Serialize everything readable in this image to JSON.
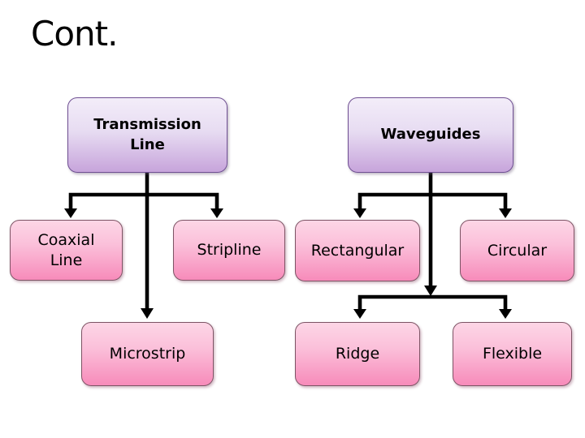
{
  "slide": {
    "title": "Cont.",
    "background": "#ffffff"
  },
  "diagram": {
    "nodes": {
      "transmission_line": {
        "lines": [
          "Transmission",
          "Line"
        ],
        "level": 1
      },
      "waveguides": {
        "lines": [
          "Waveguides"
        ],
        "level": 1
      },
      "coaxial_line": {
        "lines": [
          "Coaxial",
          "Line"
        ],
        "level": 2
      },
      "stripline": {
        "lines": [
          "Stripline"
        ],
        "level": 2
      },
      "microstrip": {
        "lines": [
          "Microstrip"
        ],
        "level": 2
      },
      "rectangular": {
        "lines": [
          "Rectangular"
        ],
        "level": 2
      },
      "circular": {
        "lines": [
          "Circular"
        ],
        "level": 2
      },
      "ridge": {
        "lines": [
          "Ridge"
        ],
        "level": 2
      },
      "flexible": {
        "lines": [
          "Flexible"
        ],
        "level": 2
      }
    },
    "edges": [
      {
        "from": "Transmission Line",
        "to": "Coaxial Line"
      },
      {
        "from": "Transmission Line",
        "to": "Stripline"
      },
      {
        "from": "Transmission Line",
        "to": "Microstrip"
      },
      {
        "from": "Waveguides",
        "to": "Rectangular"
      },
      {
        "from": "Waveguides",
        "to": "Circular"
      },
      {
        "from": "Waveguides",
        "to": "Ridge"
      },
      {
        "from": "Waveguides",
        "to": "Flexible"
      }
    ],
    "colors": {
      "level1_fill_top": "#f3edf9",
      "level1_fill_bottom": "#c7a4db",
      "level1_border": "#6f4f92",
      "level2_fill_top": "#fdd6e6",
      "level2_fill_bottom": "#f78bba",
      "level2_border": "#7d5465",
      "connector": "#000000",
      "text": "#000000"
    }
  }
}
